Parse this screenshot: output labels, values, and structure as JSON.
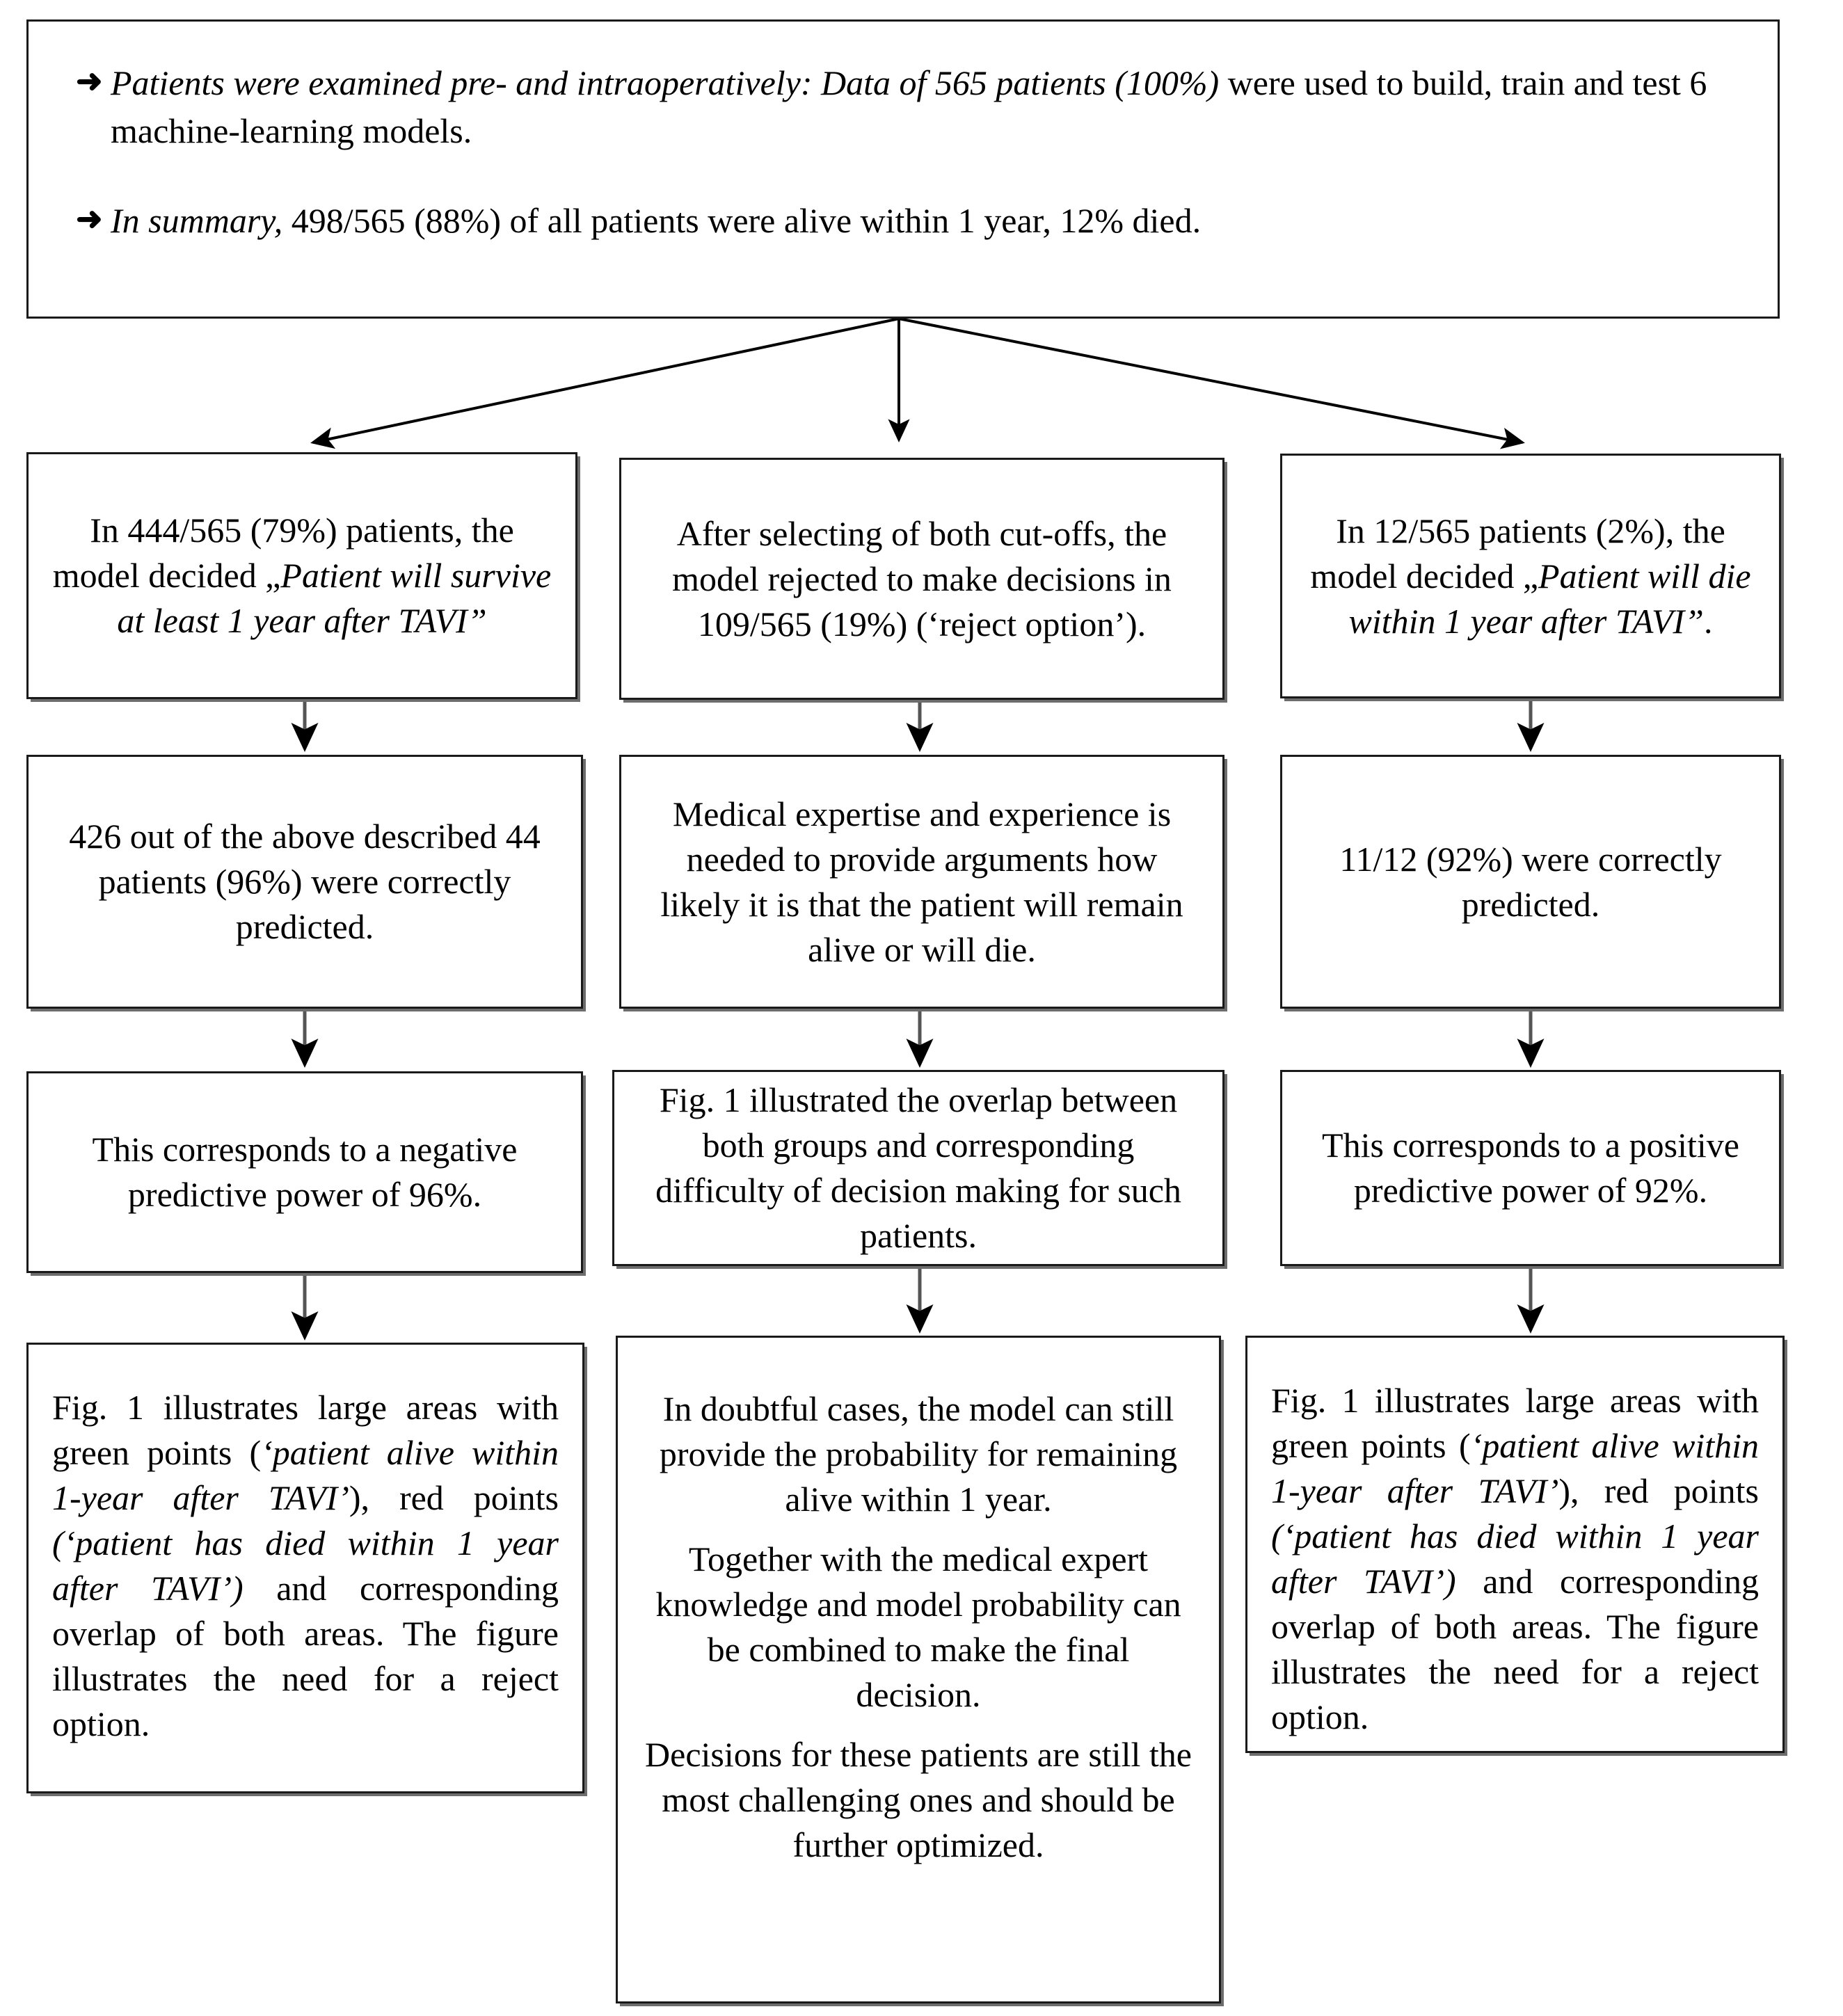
{
  "figure": {
    "type": "flowchart",
    "orientation": "top-down, three branches",
    "background_color": "#ffffff",
    "line_color": "#000000"
  },
  "summary_box": {
    "bullets": [
      {
        "marker": "➜",
        "italic_lead": "Patients were examined pre- and intraoperatively: Data of 565 patients (100%)",
        "rest": " were used to build, train and test 6 machine-learning models."
      },
      {
        "marker": "➜",
        "italic_lead": "In summary,",
        "rest": " 498/565 (88%) of all patients were alive within 1 year, 12% died."
      }
    ]
  },
  "columns": [
    {
      "id": "left",
      "name": "survive-branch",
      "boxes": [
        {
          "id": "left-1",
          "align": "center",
          "paragraphs": [
            {
              "runs": [
                {
                  "text": "In 444/565 (79%) patients, the model decided „",
                  "style": "normal"
                },
                {
                  "text": "Patient will survive at least 1 year after TAVI”",
                  "style": "italic"
                }
              ]
            }
          ]
        },
        {
          "id": "left-2",
          "align": "center",
          "paragraphs": [
            {
              "runs": [
                {
                  "text": "426 out of the above described 44 patients (96%) were correctly predicted.",
                  "style": "normal"
                }
              ]
            }
          ]
        },
        {
          "id": "left-3",
          "align": "center",
          "paragraphs": [
            {
              "runs": [
                {
                  "text": "This corresponds to a negative predictive power of 96%.",
                  "style": "normal"
                }
              ]
            }
          ]
        },
        {
          "id": "left-4",
          "align": "justify",
          "paragraphs": [
            {
              "runs": [
                {
                  "text": "Fig. 1 illustrates large areas with green points (",
                  "style": "normal"
                },
                {
                  "text": "‘patient alive within 1-year after TAVI’",
                  "style": "italic"
                },
                {
                  "text": "), red points ",
                  "style": "normal"
                },
                {
                  "text": "(‘patient has died within 1 year after TAVI’)",
                  "style": "italic"
                },
                {
                  "text": " and corresponding overlap of both areas. The figure illustrates the need for a reject option.",
                  "style": "normal"
                }
              ]
            }
          ]
        }
      ]
    },
    {
      "id": "middle",
      "name": "reject-option-branch",
      "boxes": [
        {
          "id": "middle-1",
          "align": "center",
          "paragraphs": [
            {
              "runs": [
                {
                  "text": "After selecting of both cut-offs, the model rejected to make decisions in 109/565 (19%) (‘reject option’).",
                  "style": "normal"
                }
              ]
            }
          ]
        },
        {
          "id": "middle-2",
          "align": "center",
          "paragraphs": [
            {
              "runs": [
                {
                  "text": "Medical expertise and experience is needed to provide arguments how likely it is that the patient will remain alive or will die.",
                  "style": "normal"
                }
              ]
            }
          ]
        },
        {
          "id": "middle-3",
          "align": "center",
          "paragraphs": [
            {
              "runs": [
                {
                  "text": "Fig. 1 illustrated the overlap between both groups and corresponding difficulty of decision making for such patients.",
                  "style": "normal"
                }
              ]
            }
          ]
        },
        {
          "id": "middle-4",
          "align": "center",
          "paragraphs": [
            {
              "runs": [
                {
                  "text": "In doubtful cases, the model can still provide the probability for remaining alive within 1 year.",
                  "style": "normal"
                }
              ]
            },
            {
              "runs": [
                {
                  "text": "Together with the medical expert knowledge and model probability can be combined to make the final decision.",
                  "style": "normal"
                }
              ]
            },
            {
              "runs": [
                {
                  "text": "Decisions for these patients are still the most challenging ones and should be further optimized.",
                  "style": "normal"
                }
              ]
            }
          ]
        }
      ]
    },
    {
      "id": "right",
      "name": "die-branch",
      "boxes": [
        {
          "id": "right-1",
          "align": "center",
          "paragraphs": [
            {
              "runs": [
                {
                  "text": "In 12/565 patients (2%), the model decided „",
                  "style": "normal"
                },
                {
                  "text": "Patient will die within 1 year after TAVI”",
                  "style": "italic"
                },
                {
                  "text": ".",
                  "style": "normal"
                }
              ]
            }
          ]
        },
        {
          "id": "right-2",
          "align": "center",
          "paragraphs": [
            {
              "runs": [
                {
                  "text": "11/12 (92%) were correctly predicted.",
                  "style": "normal"
                }
              ]
            }
          ]
        },
        {
          "id": "right-3",
          "align": "center",
          "paragraphs": [
            {
              "runs": [
                {
                  "text": "This corresponds to a positive predictive power of 92%.",
                  "style": "normal"
                }
              ]
            }
          ]
        },
        {
          "id": "right-4",
          "align": "justify",
          "paragraphs": [
            {
              "runs": [
                {
                  "text": "Fig. 1 illustrates large areas with green points (",
                  "style": "normal"
                },
                {
                  "text": "‘patient alive within 1-year after TAVI’",
                  "style": "italic"
                },
                {
                  "text": "), red points ",
                  "style": "normal"
                },
                {
                  "text": "(‘patient has died within 1 year after TAVI’)",
                  "style": "italic"
                },
                {
                  "text": " and corresponding overlap of both areas. The figure illustrates the need for a reject option.",
                  "style": "normal"
                }
              ]
            }
          ]
        }
      ]
    }
  ]
}
